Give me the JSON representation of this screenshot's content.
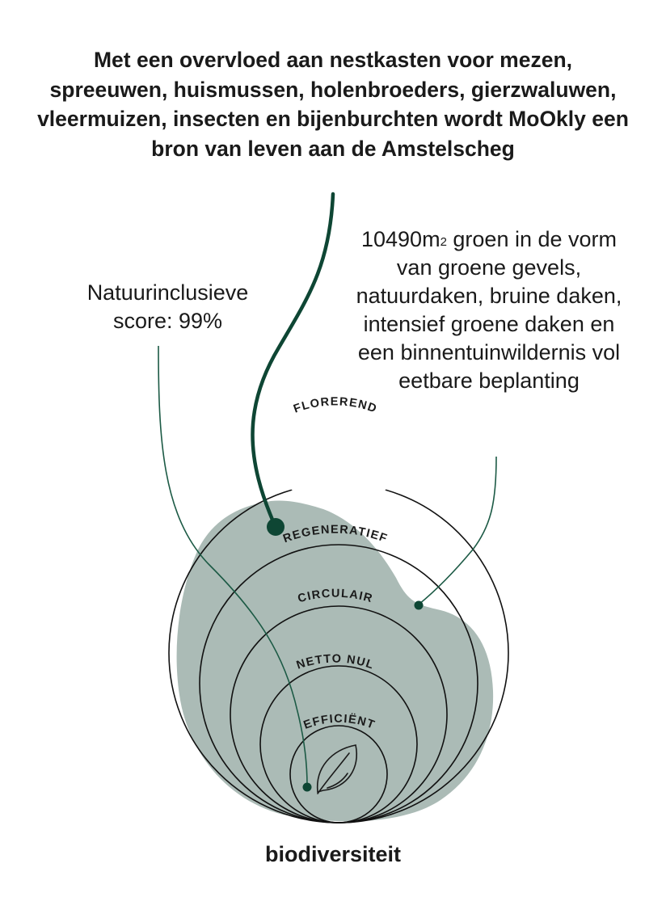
{
  "headline": "Met een overvloed aan nestkasten voor mezen, spreeuwen, huismussen, holenbroeders, gierzwaluwen, vleermuizen, insecten en bijenburchten wordt MoOkly een bron van leven aan de Amstelscheg",
  "callout_score": "Natuurinclusieve score: 99%",
  "callout_green": {
    "prefix": "10490m",
    "sup": "2",
    "rest": " groen in de vorm van groene gevels, natuurdaken, bruine daken, intensief groene daken en een binnentuinwildernis vol eetbare beplanting"
  },
  "rings": {
    "florerend": "FLOREREND",
    "regeneratief": "REGENERATIEF",
    "circulair": "CIRCULAIR",
    "netto_nul": "NETTO NUL",
    "efficient": "EFFICIËNT"
  },
  "footer": "biodiversiteit",
  "colors": {
    "blob": "#93a8a1",
    "leader_dark": "#0e4634",
    "leader_thin": "#1c5a45",
    "ring_stroke": "#111111"
  }
}
